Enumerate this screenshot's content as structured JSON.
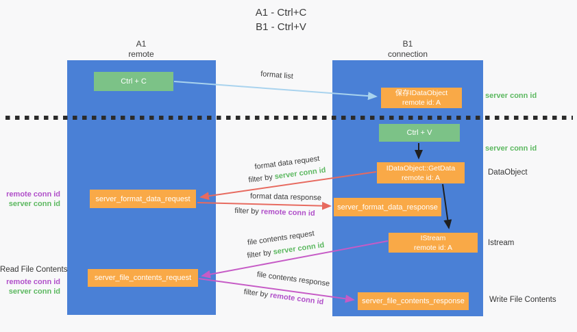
{
  "title": {
    "line1": "A1 - Ctrl+C",
    "line2": "B1 - Ctrl+V"
  },
  "lanes": {
    "left": {
      "name": "A1",
      "role": "remote"
    },
    "right": {
      "name": "B1",
      "role": "connection"
    }
  },
  "nodes": {
    "ctrl_c": {
      "label": "Ctrl + C"
    },
    "ctrl_v": {
      "label": "Ctrl + V"
    },
    "save_idataobject": {
      "line1": "保存IDataObject",
      "line2": "remote id: A"
    },
    "getdata": {
      "line1": "IDataObject::GetData",
      "line2": "remote id: A"
    },
    "istream": {
      "line1": "IStream",
      "line2": "remote id: A"
    },
    "format_request": {
      "label": "server_format_data_request"
    },
    "format_response": {
      "label": "server_format_data_response"
    },
    "file_request": {
      "label": "server_file_contents_request"
    },
    "file_response": {
      "label": "server_file_contents_response"
    }
  },
  "edges": {
    "format_list": {
      "label": "format list"
    },
    "format_data_request": {
      "label": "format data request",
      "filter_prefix": "filter by",
      "filter_key": "server conn id"
    },
    "format_data_response": {
      "label": "format data response",
      "filter_prefix": "filter by",
      "filter_key": "remote conn id"
    },
    "file_contents_request": {
      "label": "file contents request",
      "filter_prefix": "filter by",
      "filter_key": "server conn id"
    },
    "file_contents_response": {
      "label": "file contents response",
      "filter_prefix": "filter by",
      "filter_key": "remote conn id"
    }
  },
  "annotations": {
    "right_server_conn_id_top": "server conn id",
    "right_server_conn_id_mid": "server conn id",
    "dataobject": "DataObject",
    "istream": "Istream",
    "write_file_contents": "Write File Contents",
    "left_remote_conn_id_top": "remote conn id",
    "left_server_conn_id_top": "server conn id",
    "read_file_contents": "Read File Contents",
    "left_remote_conn_id_bottom": "remote conn id",
    "left_server_conn_id_bottom": "server conn id"
  },
  "colors": {
    "lane_blue": "#4a80d6",
    "node_green": "#7cc287",
    "node_orange": "#f9a947",
    "arrow_light_blue": "#a9d3ee",
    "arrow_red": "#e76a5f",
    "arrow_magenta": "#c65bc6",
    "arrow_black": "#1f1f1f",
    "label_green": "#5cb860",
    "label_purple": "#b04fc9",
    "text_dark": "#3a3a3a",
    "background": "#f8f8f9"
  }
}
